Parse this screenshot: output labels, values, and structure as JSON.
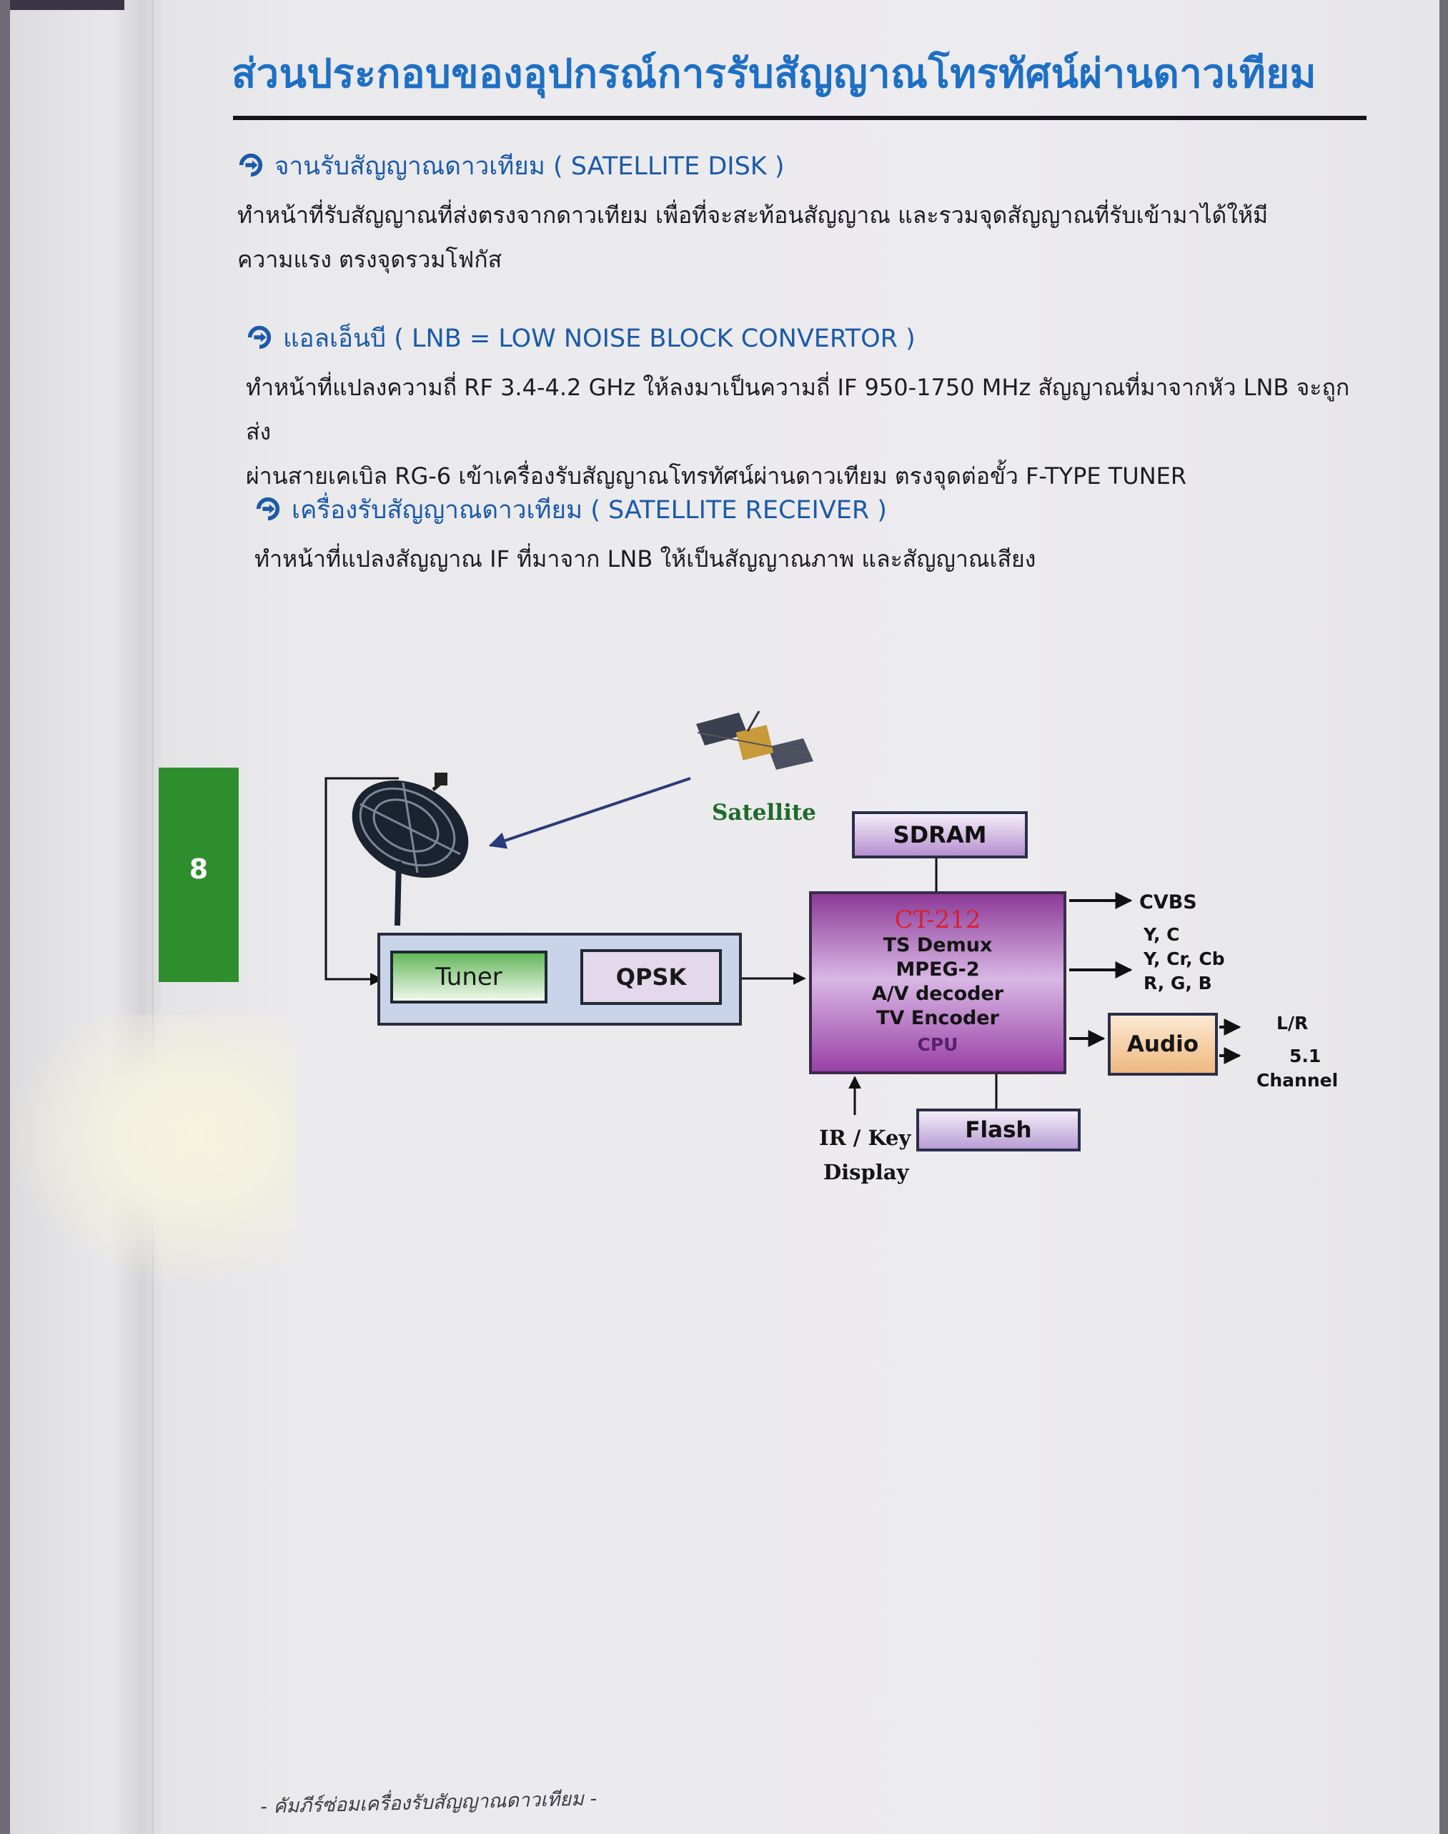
{
  "title": "ส่วนประกอบของอุปกรณ์การรับสัญญาณโทรทัศน์ผ่านดาวเทียม",
  "sections": [
    {
      "heading": "จานรับสัญญาณดาวเทียม ( SATELLITE DISK )",
      "lines": [
        "ทำหน้าที่รับสัญญาณที่ส่งตรงจากดาวเทียม เพื่อที่จะสะท้อนสัญญาณ และรวมจุดสัญญาณที่รับเข้ามาได้ให้มี",
        "ความแรง ตรงจุดรวมโฟกัส"
      ]
    },
    {
      "heading": "แอลเอ็นบี ( LNB = LOW NOISE BLOCK CONVERTOR )",
      "lines": [
        "ทำหน้าที่แปลงความถี่ RF 3.4-4.2 GHz ให้ลงมาเป็นความถี่ IF 950-1750 MHz สัญญาณที่มาจากหัว LNB จะถูกส่ง",
        "ผ่านสายเคเบิล RG-6 เข้าเครื่องรับสัญญาณโทรทัศน์ผ่านดาวเทียม ตรงจุดต่อขั้ว F-TYPE TUNER"
      ]
    },
    {
      "heading": "เครื่องรับสัญญาณดาวเทียม ( SATELLITE RECEIVER )",
      "lines": [
        "ทำหน้าที่แปลงสัญญาณ IF ที่มาจาก LNB ให้เป็นสัญญาณภาพ และสัญญาณเสียง"
      ]
    }
  ],
  "page_number": "8",
  "diagram": {
    "satellite_label": "Satellite",
    "tuner": "Tuner",
    "qpsk": "QPSK",
    "sdram": "SDRAM",
    "cpu_block": {
      "name": "CT-212",
      "lines": [
        "TS Demux",
        "MPEG-2",
        "A/V decoder",
        "TV Encoder"
      ],
      "cpu": "CPU"
    },
    "audio": "Audio",
    "flash": "Flash",
    "outputs": {
      "cvbs": "CVBS",
      "yc": "Y, C",
      "ycrcb": "Y, Cr, Cb",
      "rgb": "R, G, B",
      "lr": "L/R",
      "ch51": "5.1",
      "channel": "Channel"
    },
    "ir_key": "IR / Key",
    "display": "Display"
  },
  "footer": "- คัมภีร์ซ่อมเครื่องรับสัญญาณดาวเทียม -",
  "colors": {
    "title": "#1d6fc4",
    "heading": "#1b5aa8",
    "tab": "#2e8e2e",
    "cpu_name": "#d81f2c"
  },
  "icons": {
    "section_bullet": "circle-arrow-icon",
    "dish": "satellite-dish-icon",
    "satellite": "satellite-icon"
  }
}
